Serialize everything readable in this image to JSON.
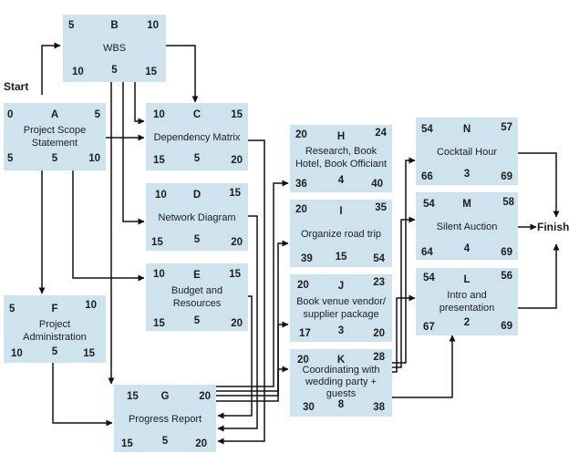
{
  "start": "Start",
  "finish": "Finish",
  "colors": {
    "node_fill": "#cfe3ee",
    "line": "#111111"
  },
  "nodes": {
    "B": {
      "id": "B",
      "label": "WBS",
      "es": "5",
      "dur": "10",
      "ls": "10",
      "slack": "5",
      "lf": "15"
    },
    "A": {
      "id": "A",
      "label": "Project Scope Statement",
      "es": "0",
      "dur": "5",
      "ls": "5",
      "slack": "5",
      "lf": "10"
    },
    "C": {
      "id": "C",
      "label": "Dependency Matrix",
      "es": "10",
      "dur": "15",
      "ls": "15",
      "slack": "5",
      "lf": "20"
    },
    "D": {
      "id": "D",
      "label": "Network Diagram",
      "es": "10",
      "dur": "15",
      "ls": "15",
      "slack": "5",
      "lf": "20"
    },
    "E": {
      "id": "E",
      "label": "Budget and Resources",
      "es": "10",
      "dur": "15",
      "ls": "15",
      "slack": "5",
      "lf": "20"
    },
    "F": {
      "id": "F",
      "label": "Project Administration",
      "es": "5",
      "dur": "10",
      "ls": "10",
      "slack": "5",
      "lf": "15"
    },
    "G": {
      "id": "G",
      "label": "Progress Report",
      "es": "15",
      "dur": "20",
      "ls": "15",
      "slack": "5",
      "lf": "20"
    },
    "H": {
      "id": "H",
      "label": "Research, Book Hotel, Book Officiant",
      "es": "20",
      "dur": "24",
      "ls": "36",
      "slack": "4",
      "lf": "40"
    },
    "I": {
      "id": "I",
      "label": "Organize road trip",
      "es": "20",
      "dur": "35",
      "ls": "39",
      "slack": "15",
      "lf": "54"
    },
    "J": {
      "id": "J",
      "label": "Book venue vendor/ supplier package",
      "es": "20",
      "dur": "23",
      "ls": "17",
      "slack": "3",
      "lf": "20"
    },
    "K": {
      "id": "K",
      "label": "Coordinating with wedding party + guests",
      "es": "20",
      "dur": "28",
      "ls": "30",
      "slack": "8",
      "lf": "38"
    },
    "N": {
      "id": "N",
      "label": "Cocktail Hour",
      "es": "54",
      "dur": "57",
      "ls": "66",
      "slack": "3",
      "lf": "69"
    },
    "M": {
      "id": "M",
      "label": "Silent Auction",
      "es": "54",
      "dur": "58",
      "ls": "64",
      "slack": "4",
      "lf": "69"
    },
    "L": {
      "id": "L",
      "label": "Intro and presentation",
      "es": "54",
      "dur": "56",
      "ls": "67",
      "slack": "2",
      "lf": "69"
    }
  }
}
